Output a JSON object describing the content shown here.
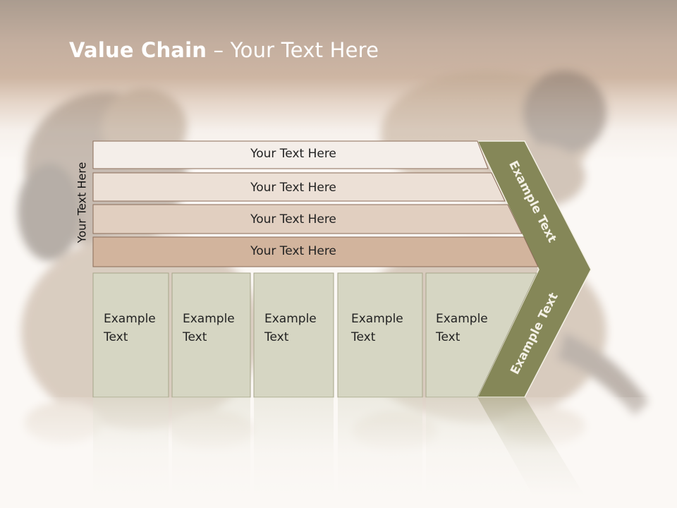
{
  "title": {
    "bold": "Value Chain",
    "rest": " – Your Text Here"
  },
  "side_label": "Your Text Here",
  "bars": [
    {
      "label": "Your Text Here"
    },
    {
      "label": "Your Text Here"
    },
    {
      "label": "Your Text Here"
    },
    {
      "label": "Your Text Here"
    }
  ],
  "cells": [
    {
      "line1": "Example",
      "line2": "Text"
    },
    {
      "line1": "Example",
      "line2": "Text"
    },
    {
      "line1": "Example",
      "line2": "Text"
    },
    {
      "line1": "Example",
      "line2": "Text"
    },
    {
      "line1": "Example",
      "line2": "Text"
    }
  ],
  "chevron": {
    "upper": "Example Text",
    "lower": "Example Text"
  },
  "colors": {
    "header_brown": "#a58670",
    "bar_1": "#f4eee9",
    "bar_2": "#ece0d6",
    "bar_3": "#e1cfc0",
    "bar_4": "#d2b49d",
    "cell_fill": "#d6d6c3",
    "chevron_fill": "#858758"
  }
}
